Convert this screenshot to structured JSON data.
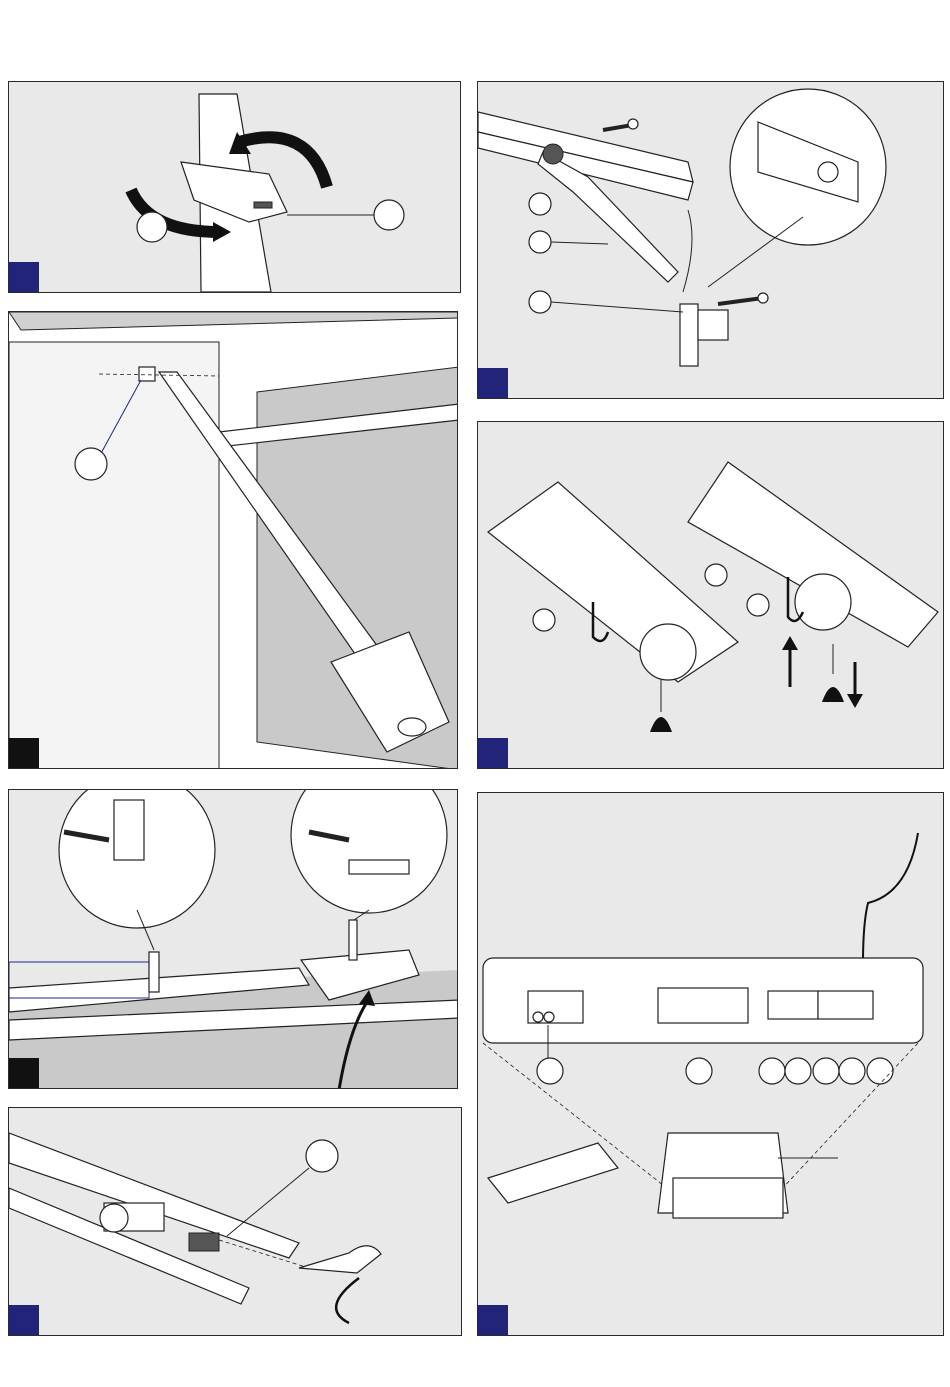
{
  "panels": [
    {
      "id": "p1",
      "badge": "blue",
      "callouts": 2
    },
    {
      "id": "p2",
      "badge": "blue",
      "callouts": 3
    },
    {
      "id": "p3",
      "badge": "black",
      "callouts": 1
    },
    {
      "id": "p4",
      "badge": "blue",
      "callouts": 2
    },
    {
      "id": "p5",
      "badge": "black",
      "callouts": 0
    },
    {
      "id": "p6",
      "badge": "blue",
      "callouts": 8
    },
    {
      "id": "p7",
      "badge": "blue",
      "callouts": 1
    }
  ],
  "colors": {
    "panel_bg": "#e9e9e9",
    "badge_blue": "#22247a",
    "badge_black": "#111111",
    "outline": "#222222"
  }
}
